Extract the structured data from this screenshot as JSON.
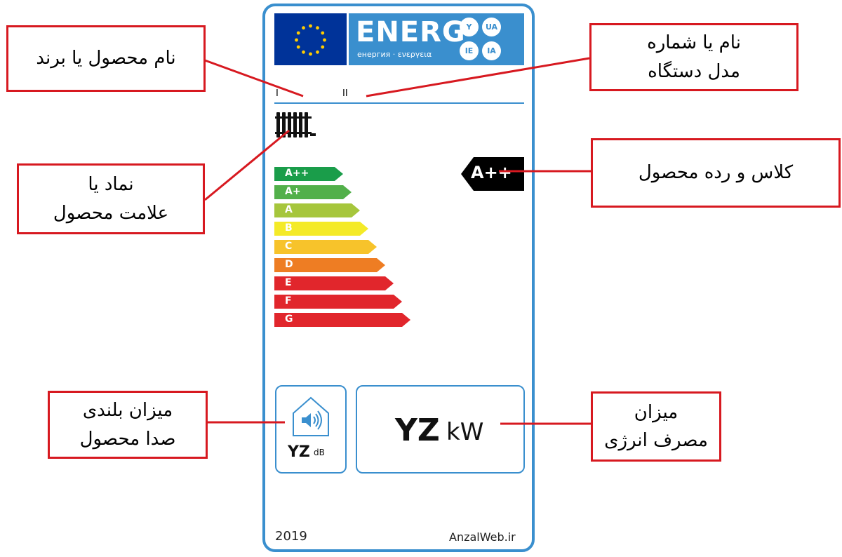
{
  "label": {
    "brand_word": "ENERG",
    "subtitle": "енергия · ενεργεια",
    "languages": [
      "Y",
      "UA",
      "IE",
      "IA"
    ],
    "marker_brand": "I",
    "marker_model": "II",
    "scale_classes": [
      {
        "letter": "A++",
        "color": "#1a9d4a"
      },
      {
        "letter": "A+",
        "color": "#52b04a"
      },
      {
        "letter": "A",
        "color": "#a6c63c"
      },
      {
        "letter": "B",
        "color": "#f4ea28"
      },
      {
        "letter": "C",
        "color": "#f7c32b"
      },
      {
        "letter": "D",
        "color": "#ee7d23"
      },
      {
        "letter": "E",
        "color": "#e1262c"
      },
      {
        "letter": "F",
        "color": "#e1262c"
      },
      {
        "letter": "G",
        "color": "#e1262c"
      }
    ],
    "product_class": "A++",
    "noise": {
      "value": "YZ",
      "unit": "dB"
    },
    "power": {
      "value": "YZ",
      "unit": "kW"
    },
    "year": "2019",
    "website": "AnzalWeb.ir"
  },
  "callouts": {
    "brand_name": "نام محصول یا برند",
    "model_id": "نام یا شماره\nمدل دستگاه",
    "product_symbol": "نماد یا\nعلامت محصول",
    "energy_class": "کلاس و رده محصول",
    "noise_level": "میزان بلندی\nصدا محصول",
    "energy_consumption": "میزان\nمصرف انرژی"
  },
  "colors": {
    "frame_blue": "#3a8fce",
    "eu_blue": "#003399",
    "callout_red": "#d71920"
  },
  "icons": [
    "eu-flag-icon",
    "radiator-icon",
    "speaker-house-icon"
  ]
}
